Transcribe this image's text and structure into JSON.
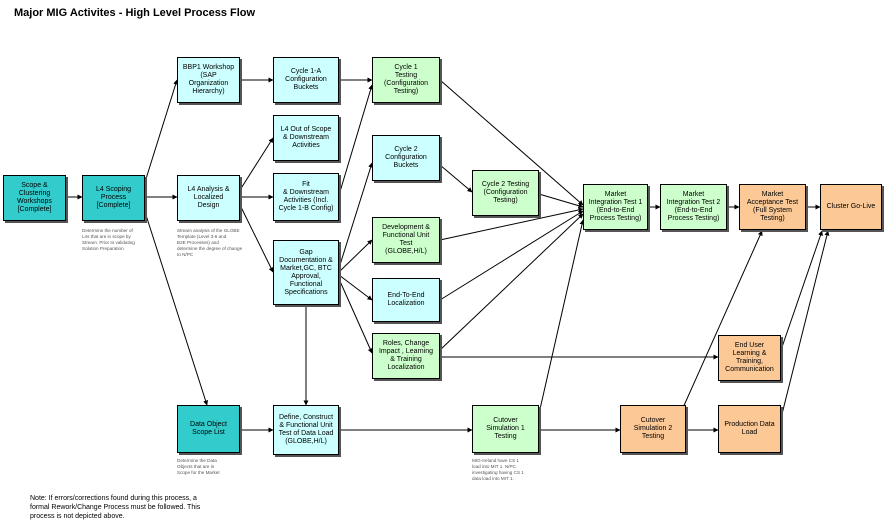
{
  "title": "Major MIG Activites - High Level Process Flow",
  "colors": {
    "teal": "#33cccc",
    "cyan": "#ccffff",
    "green": "#ccffcc",
    "orange": "#fbc896"
  },
  "boxes": {
    "scope": "Scope &\nClustering\nWorkshops\n[Complete]",
    "l4scoping": "L4 Scoping\nProcess\n[Complete]",
    "bbp1": "BBP1 Workshop\n(SAP\nOrganization\nHierarchy)",
    "l4analysis": "L4 Analysis &\nLocalized\nDesign",
    "dataobject": "Data Object\nScope List",
    "cycle1a": "Cycle 1-A\nConfiguration\nBuckets",
    "l4outscope": "L4 Out of Scope\n& Downstream\nActivities",
    "fit": "Fit\n& Downstream\nActivities (Incl.\nCycle 1-B Config)",
    "gap": "Gap\nDocumentation &\nMarket,GC, BTC\nApproval,\nFunctional\nSpecifications",
    "define": "Define, Construct\n& Functional Unit\nTest of Data Load\n(GLOBE,H/L)",
    "cycle1": "Cycle 1\nTesting\n(Configuration\nTesting)",
    "cycle2cfg": "Cycle 2\nConfiguration\nBuckets",
    "devfut": "Development &\nFunctional Unit\nTest\n(GLOBE,H/L)",
    "e2eloc": "End-To-End\nLocalization",
    "roles": "Roles, Change\nImpact , Learning\n& Training\nLocalization",
    "cutover1": "Cutover\nSimulation 1\nTesting",
    "cycle2test": "Cycle 2 Testing\n(Configuration\nTesting)",
    "mit1": "Market\nIntegration Test 1\n(End-to-End\nProcess Testing)",
    "mit2": "Market\nIntegration Test 2\n(End-to-End\nProcess Testing)",
    "mat": "Market\nAcceptance Test\n(Full System\nTesting)",
    "golive": "Cluster Go-Live",
    "enduser": "End User\nLearning &\nTraining,\nCommunication",
    "cutover2": "Cutover\nSimulation 2\nTesting",
    "proddata": "Production Data\nLoad"
  },
  "notes": {
    "l4scoping": "Determine the number of\nL4s that are in scope by\nStream. Prior to validating\nSolution Preparation",
    "l4analysis": "Stream analysis of the GLOBE\nTemplate (Level 3-6 and\nB2E Processes) and\ndetermine the degree of change\nto N/PC",
    "dataobject": "Determine the Data\nObjects that are in\nScope for the Market",
    "cutover1": "MIG-Ireland have CS 1\nload into MIT 1. N/PC\ninvestigating having CS 1\ndata load into MIT 1."
  },
  "footnote": "Note:  If errors/corrections found during this process, a\nformal Rework/Change Process must be followed.  This\nprocess is not depicted above."
}
